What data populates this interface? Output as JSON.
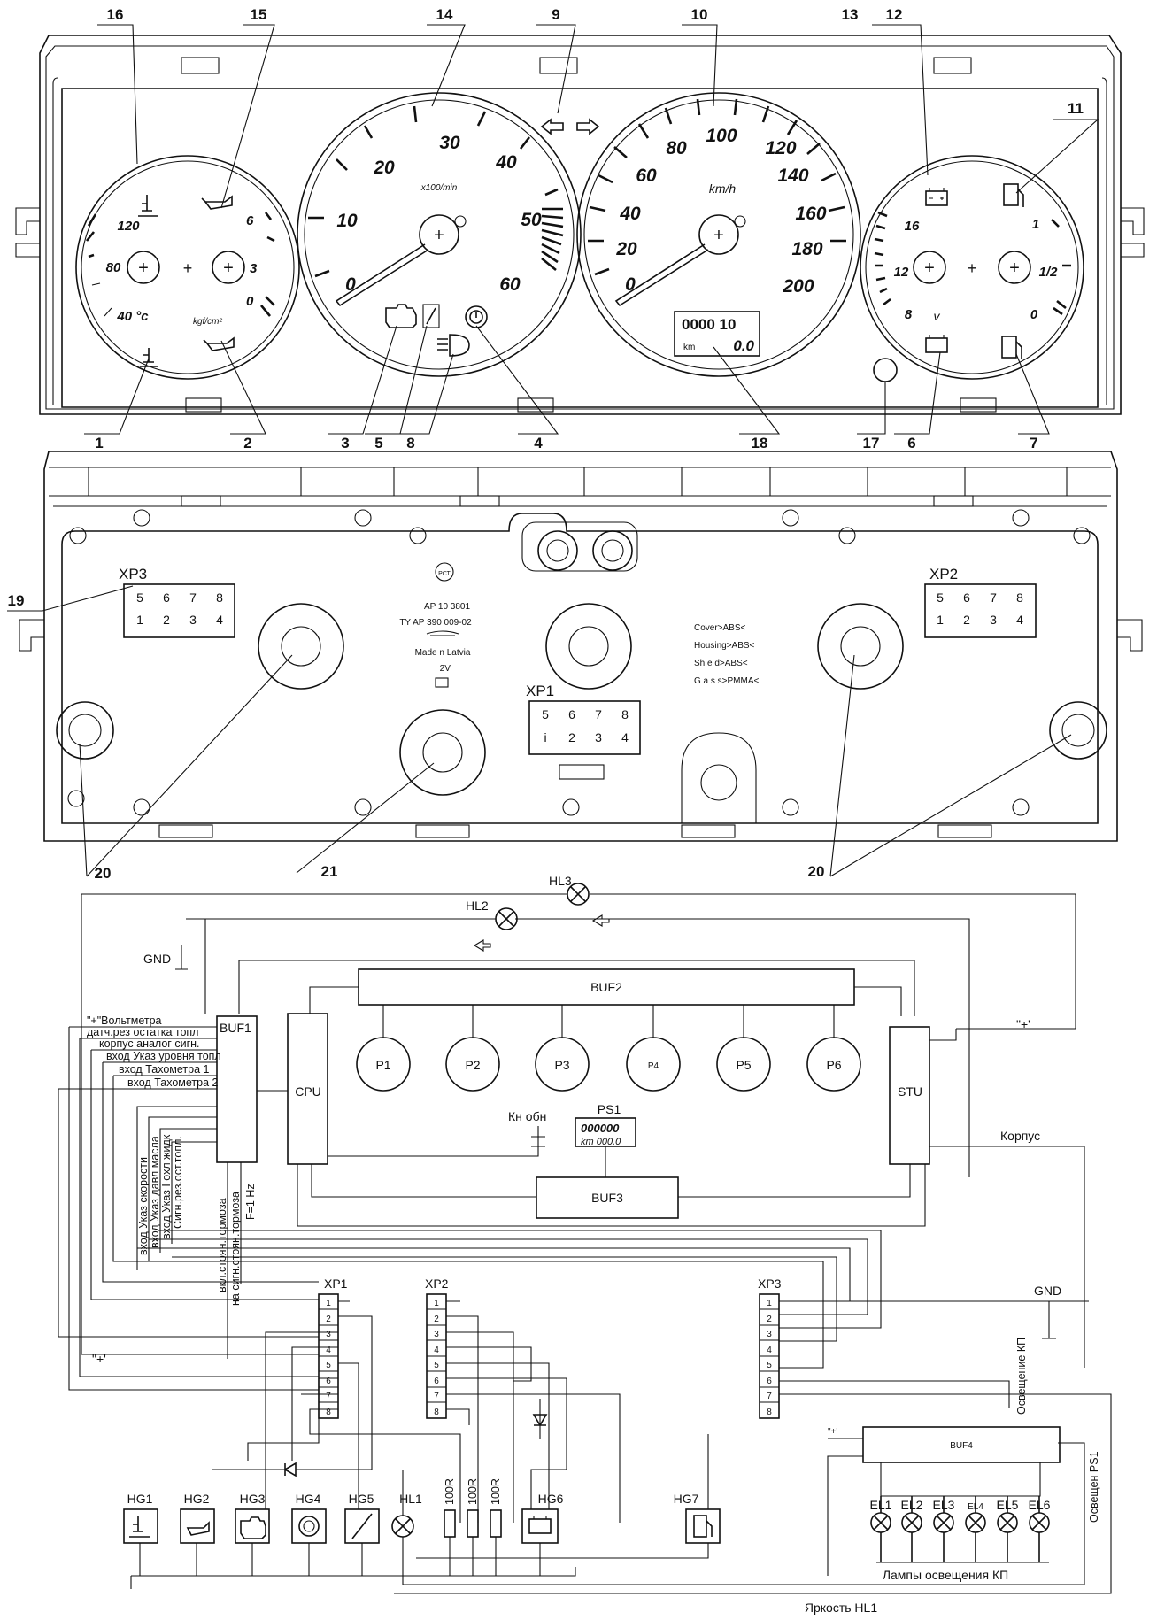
{
  "callouts": [
    "16",
    "15",
    "14",
    "9",
    "10",
    "13",
    "12",
    "11",
    "1",
    "2",
    "3",
    "5",
    "8",
    "4",
    "18",
    "17",
    "6",
    "7",
    "19",
    "20",
    "21",
    "20"
  ],
  "gauges": {
    "temp_scale": [
      "120",
      "80",
      "40 °c"
    ],
    "oil_scale": [
      "6",
      "3",
      "0"
    ],
    "oil_unit": "kgf/cm²",
    "tacho_scale": [
      "0",
      "10",
      "20",
      "30",
      "40",
      "50",
      "60"
    ],
    "tacho_unit": "x100/min",
    "speedo_scale": [
      "0",
      "20",
      "40",
      "60",
      "80",
      "100",
      "120",
      "140",
      "160",
      "180",
      "200"
    ],
    "speedo_unit": "km/h",
    "odometer": "0000 10",
    "trip": "0.0",
    "odo_unit": "km",
    "volt_scale": [
      "16",
      "12",
      "8"
    ],
    "volt_unit": "v",
    "fuel_scale": [
      "1",
      "1/2",
      "0"
    ]
  },
  "back_panel": {
    "xp3_label": "XP3",
    "xp2_label": "XP2",
    "xp1_label": "XP1",
    "pin_top": [
      "5",
      "6",
      "7",
      "8"
    ],
    "pin_bottom": [
      "1",
      "2",
      "3",
      "4"
    ],
    "xp1_pin_bottom": [
      "i",
      "2",
      "3",
      "4"
    ],
    "approval_mark": "РСТ",
    "part_no": "AP 10 3801",
    "spec": "TY AP 390   009-02",
    "made_in": "Made n Latvia",
    "voltage": "I 2V",
    "materials": [
      "Cover>ABS<",
      "Housing>ABS<",
      "Sh e d>ABS<",
      "G a s s>PMMA<"
    ]
  },
  "schematic": {
    "blocks": {
      "buf1": "BUF1",
      "buf2": "BUF2",
      "buf3": "BUF3",
      "buf4": "BUF4",
      "cpu": "CPU",
      "stu": "STU",
      "ps1": "PS1"
    },
    "pointers": [
      "P1",
      "P2",
      "P3",
      "P4",
      "P5",
      "P6"
    ],
    "ps1_display": [
      "000000",
      "km 000.0"
    ],
    "reset_button": "Кн обн",
    "lamps_top": [
      "HL3",
      "HL2"
    ],
    "gnd": "GND",
    "plus": "\"+'",
    "plus_right": "\"+'",
    "plus_buf4": "\"+'",
    "korpus": "Корпус",
    "buf1_inputs": [
      "\"+\"Вольтметра",
      "датч.рез остатка топл",
      "корпус аналог сигн.",
      "вход Указ уровня топл",
      "вход Тахометра 1",
      "вход Тахометра 2"
    ],
    "buf1_bottom_inputs": [
      "вход Указ скорости",
      "вход Указ давл масла",
      "вход Указ I охл жидк",
      "Сигн.рез.ост.топл."
    ],
    "buf1_bottom_outputs": [
      "вкл.стоян.тормоза",
      "на сигн.стоян.тормоза",
      "F=1 Hz"
    ],
    "connectors": [
      "XP1",
      "XP2",
      "XP3"
    ],
    "pins": [
      "1",
      "2",
      "3",
      "4",
      "5",
      "6",
      "7",
      "8"
    ],
    "osveschenie_kp": "Освещение КП",
    "osveschen_ps1": "Освещен PS1",
    "lamps_bottom": [
      "HG1",
      "HG2",
      "HG3",
      "HG4",
      "HG5",
      "HL1",
      "HG6",
      "HG7"
    ],
    "resistors": [
      "100R",
      "100R",
      "100R"
    ],
    "el_lamps": [
      "EL1",
      "EL2",
      "EL3",
      "EL4",
      "EL5",
      "EL6"
    ],
    "lamps_kp": "Лампы освещения КП",
    "brightness": "Яркость HL1"
  }
}
